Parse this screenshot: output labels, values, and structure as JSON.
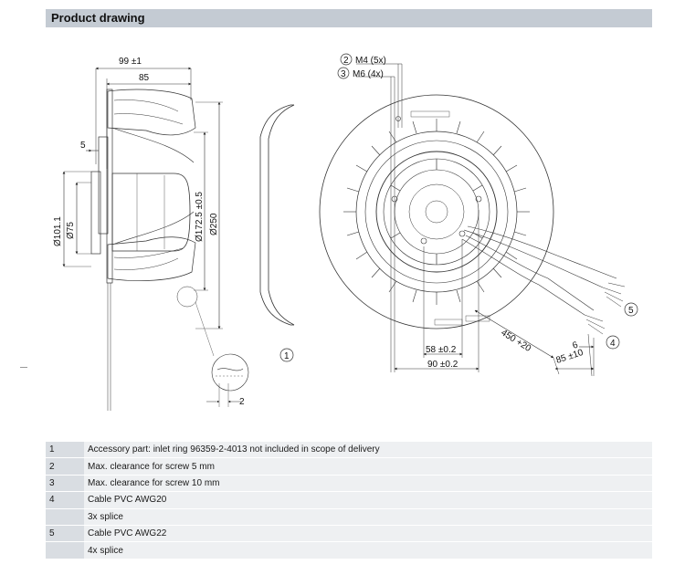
{
  "header": {
    "title": "Product drawing"
  },
  "dimensions": {
    "d99": "99 ±1",
    "d85": "85",
    "d5": "5",
    "d101": "Ø101.1",
    "d75": "Ø75",
    "d172": "Ø172.5 ±0.5",
    "d250": "Ø250",
    "d2": "2",
    "m4": "M4 (5x)",
    "m6": "M6 (4x)",
    "d58": "58 ±0.2",
    "d90": "90 ±0.2",
    "d450": "450 +20",
    "d6": "6",
    "d85b": "85 ±10"
  },
  "callouts": {
    "c1": "1",
    "c2": "2",
    "c3": "3",
    "c4": "4",
    "c5": "5"
  },
  "legend": [
    {
      "num": "1",
      "text": "Accessory part: inlet ring 96359-2-4013 not included in scope of delivery"
    },
    {
      "num": "2",
      "text": "Max. clearance for screw 5 mm"
    },
    {
      "num": "3",
      "text": "Max. clearance for screw 10 mm"
    },
    {
      "num": "4",
      "text": "Cable PVC AWG20"
    },
    {
      "num": "",
      "text": "3x splice"
    },
    {
      "num": "5",
      "text": "Cable PVC AWG22"
    },
    {
      "num": "",
      "text": "4x splice"
    }
  ]
}
